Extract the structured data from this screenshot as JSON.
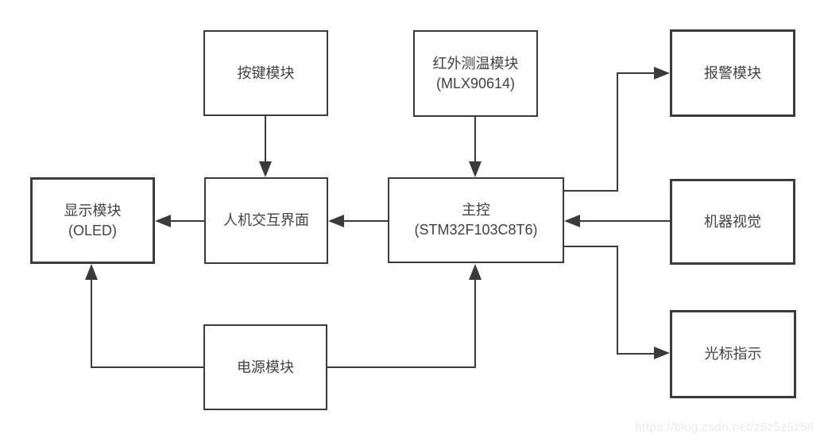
{
  "diagram": {
    "nodes": {
      "key_module": {
        "label": "按键模块"
      },
      "ir_temp_module": {
        "label": "红外测温模块",
        "sublabel": "(MLX90614)"
      },
      "alarm_module": {
        "label": "报警模块"
      },
      "display_module": {
        "label": "显示模块",
        "sublabel": "(OLED)"
      },
      "hmi": {
        "label": "人机交互界面"
      },
      "mcu": {
        "label": "主控",
        "sublabel": "(STM32F103C8T6)"
      },
      "machine_vision": {
        "label": "机器视觉"
      },
      "cursor_indicator": {
        "label": "光标指示"
      },
      "power_module": {
        "label": "电源模块"
      }
    },
    "edges": [
      {
        "from": "按键模块",
        "to": "人机交互界面"
      },
      {
        "from": "红外测温模块(MLX90614)",
        "to": "主控(STM32F103C8T6)"
      },
      {
        "from": "主控(STM32F103C8T6)",
        "to": "人机交互界面"
      },
      {
        "from": "人机交互界面",
        "to": "显示模块(OLED)"
      },
      {
        "from": "主控(STM32F103C8T6)",
        "to": "报警模块"
      },
      {
        "from": "机器视觉",
        "to": "主控(STM32F103C8T6)"
      },
      {
        "from": "主控(STM32F103C8T6)",
        "to": "光标指示"
      },
      {
        "from": "电源模块",
        "to": "显示模块(OLED)"
      },
      {
        "from": "电源模块",
        "to": "主控(STM32F103C8T6)"
      }
    ],
    "colors": {
      "line": "#3b3b3b",
      "text": "#424242",
      "background": "#ffffff",
      "watermark_text": "#eaeaea"
    }
  },
  "watermark": {
    "text": "https://blog.csdn.net/z5z5z5z56"
  }
}
